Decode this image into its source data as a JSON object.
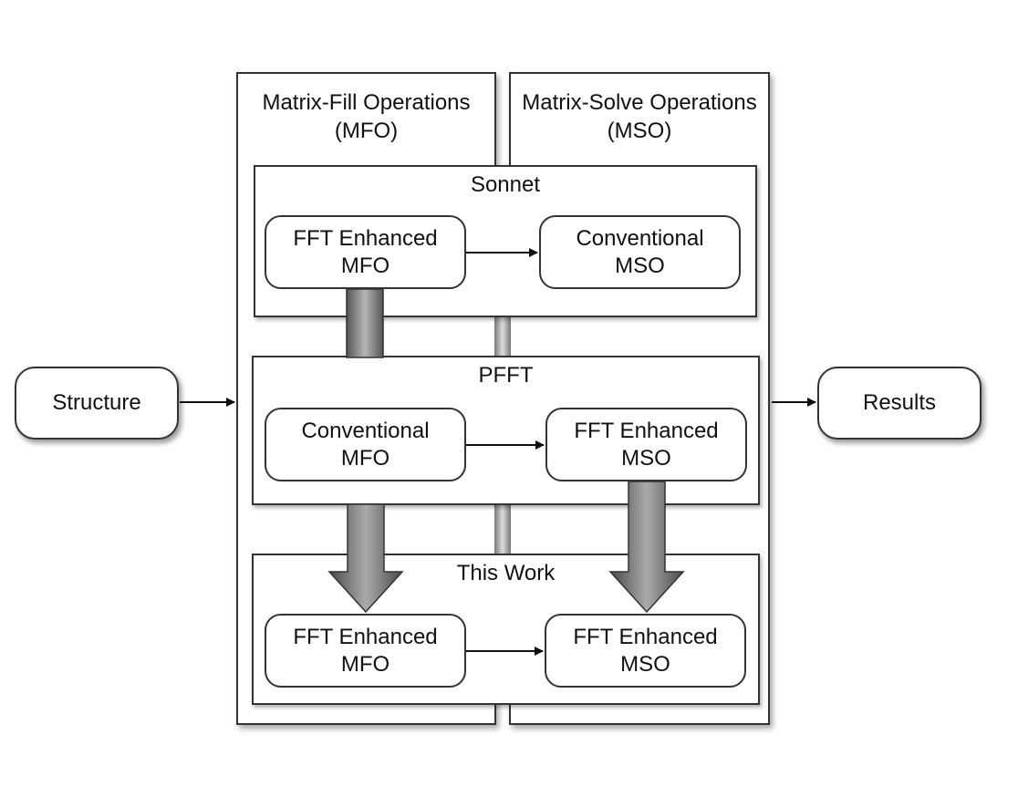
{
  "columns": {
    "mfo": {
      "title_line1": "Matrix-Fill Operations",
      "title_line2": "(MFO)"
    },
    "mso": {
      "title_line1": "Matrix-Solve Operations",
      "title_line2": "(MSO)"
    }
  },
  "outer": {
    "input": "Structure",
    "output": "Results"
  },
  "groups": {
    "sonnet": {
      "label": "Sonnet",
      "left": {
        "line1": "FFT Enhanced",
        "line2": "MFO"
      },
      "right": {
        "line1": "Conventional",
        "line2": "MSO"
      }
    },
    "pfft": {
      "label": "PFFT",
      "left": {
        "line1": "Conventional",
        "line2": "MFO"
      },
      "right": {
        "line1": "FFT Enhanced",
        "line2": "MSO"
      }
    },
    "this_work": {
      "label": "This Work",
      "left": {
        "line1": "FFT Enhanced",
        "line2": "MFO"
      },
      "right": {
        "line1": "FFT Enhanced",
        "line2": "MSO"
      }
    }
  }
}
